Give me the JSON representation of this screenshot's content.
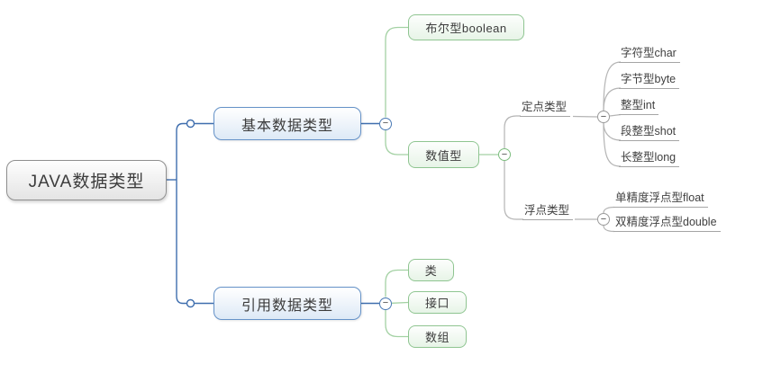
{
  "title": "JAVA数据类型 mind map",
  "glyphs": {
    "collapse": "−"
  },
  "colors": {
    "background": "#ffffff",
    "root_border": "#8f8f8f",
    "level1_border": "#6592c8",
    "level1_line": "#3f6eae",
    "level2_border": "#8fc591",
    "level2_line": "#a3d1a3",
    "level3_line": "#b4b4b4",
    "text": "#3c3c3c"
  },
  "tree": {
    "label": "JAVA数据类型",
    "children": [
      {
        "label": "基本数据类型",
        "children": [
          {
            "label": "布尔型boolean",
            "children": []
          },
          {
            "label": "数值型",
            "children": [
              {
                "label": "定点类型",
                "children": [
                  {
                    "label": "字符型char"
                  },
                  {
                    "label": "字节型byte"
                  },
                  {
                    "label": "整型int"
                  },
                  {
                    "label": "段整型shot"
                  },
                  {
                    "label": "长整型long"
                  }
                ]
              },
              {
                "label": "浮点类型",
                "children": [
                  {
                    "label": "单精度浮点型float"
                  },
                  {
                    "label": "双精度浮点型double"
                  }
                ]
              }
            ]
          }
        ]
      },
      {
        "label": "引用数据类型",
        "children": [
          {
            "label": "类"
          },
          {
            "label": "接口"
          },
          {
            "label": "数组"
          }
        ]
      }
    ]
  }
}
